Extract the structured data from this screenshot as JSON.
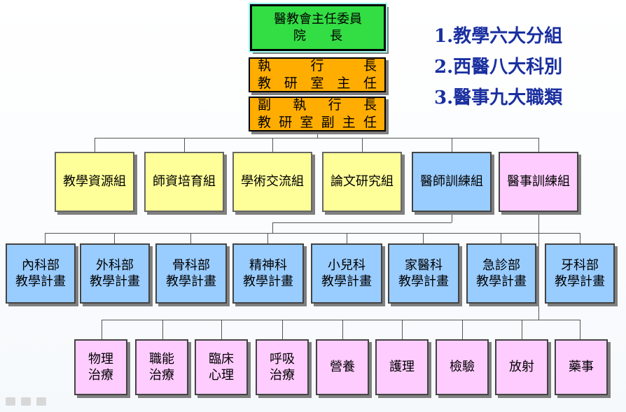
{
  "director": {
    "line1": "醫教會主任委員",
    "line2": "院      長"
  },
  "executive": {
    "row1": [
      "執",
      "行",
      "長"
    ],
    "row2": [
      "教",
      "研",
      "室",
      "主",
      "任"
    ]
  },
  "deputy": {
    "row1": [
      "副",
      "執",
      "行",
      "長"
    ],
    "row2": [
      "教",
      "研",
      "室",
      "副",
      "主",
      "任"
    ]
  },
  "legend": [
    "1.教學六大分組",
    "2.西醫八大科別",
    "3.醫事九大職類"
  ],
  "groups": [
    "教學資源組",
    "師資培育組",
    "學術交流組",
    "論文研究組",
    "醫師訓練組",
    "醫事訓練組"
  ],
  "departments": [
    {
      "name": "內科部",
      "plan": "教學計畫"
    },
    {
      "name": "外科部",
      "plan": "教學計畫"
    },
    {
      "name": "骨科部",
      "plan": "教學計畫"
    },
    {
      "name": "精神科",
      "plan": "教學計畫"
    },
    {
      "name": "小兒科",
      "plan": "教學計畫"
    },
    {
      "name": "家醫科",
      "plan": "教學計畫"
    },
    {
      "name": "急診部",
      "plan": "教學計畫"
    },
    {
      "name": "牙科部",
      "plan": "教學計畫"
    }
  ],
  "professions": [
    {
      "l1": "物理",
      "l2": "治療"
    },
    {
      "l1": "職能",
      "l2": "治療"
    },
    {
      "l1": "臨床",
      "l2": "心理"
    },
    {
      "l1": "呼吸",
      "l2": "治療"
    },
    {
      "l1": "營養",
      "l2": ""
    },
    {
      "l1": "護理",
      "l2": ""
    },
    {
      "l1": "檢驗",
      "l2": ""
    },
    {
      "l1": "放射",
      "l2": ""
    },
    {
      "l1": "藥事",
      "l2": ""
    }
  ]
}
